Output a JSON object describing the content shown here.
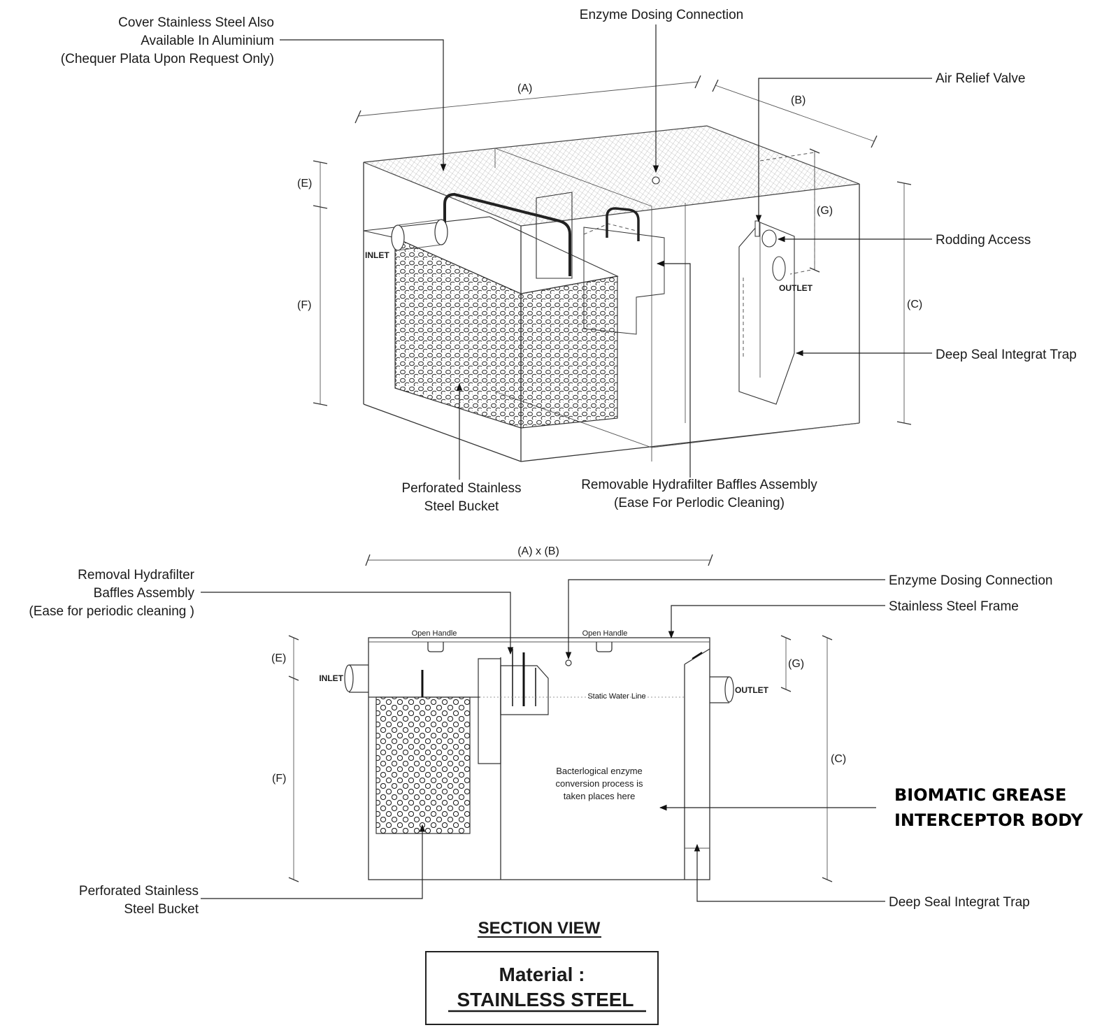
{
  "iso": {
    "cover_note": [
      "Cover Stainless Steel Also",
      "Available In Aluminium",
      "(Chequer Plata Upon Request Only)"
    ],
    "enzyme_dosing": "Enzyme Dosing Connection",
    "air_relief_valve": "Air Relief Valve",
    "rodding_access": "Rodding Access",
    "deep_seal_trap": "Deep Seal Integrat Trap",
    "bucket": [
      "Perforated Stainless",
      "Steel Bucket"
    ],
    "baffles": [
      "Removable Hydrafilter Baffles Assembly",
      "(Ease For Perlodic Cleaning)"
    ],
    "inlet": "INLET",
    "outlet": "OUTLET",
    "dim_a": "(A)",
    "dim_b": "(B)",
    "dim_c": "(C)",
    "dim_e": "(E)",
    "dim_f": "(F)",
    "dim_g": "(G)"
  },
  "section": {
    "overall_dim": "(A) x (B)",
    "baffles": [
      "Removal Hydrafilter",
      "Baffles Assembly",
      "(Ease for periodic cleaning )"
    ],
    "enzyme_dosing": "Enzyme Dosing Connection",
    "frame": "Stainless Steel Frame",
    "open_handle_1": "Open Handle",
    "open_handle_2": "Open Handle",
    "inlet": "INLET",
    "outlet": "OUTLET",
    "static_water_line": "Static Water Line",
    "process_note": [
      "Bacterlogical enzyme",
      "conversion process is",
      "taken places here"
    ],
    "body_title": [
      "BIOMATIC GREASE",
      "INTERCEPTOR BODY"
    ],
    "bucket": [
      "Perforated Stainless",
      "Steel Bucket"
    ],
    "deep_seal_trap": "Deep Seal Integrat Trap",
    "dim_c": "(C)",
    "dim_e": "(E)",
    "dim_f": "(F)",
    "dim_g": "(G)",
    "view_title": "SECTION VIEW"
  },
  "material": {
    "heading": "Material :",
    "value": "STAINLESS STEEL"
  }
}
